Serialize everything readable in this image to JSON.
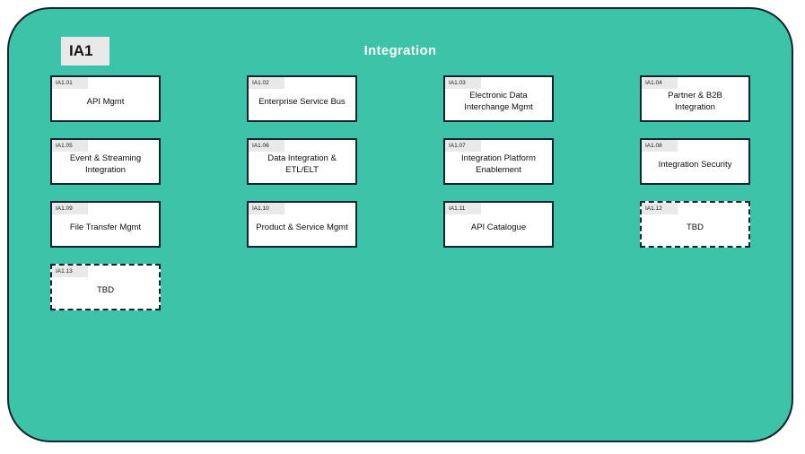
{
  "container": {
    "id_label": "IA1",
    "title": "Integration",
    "fill_color": "#3cc3a8",
    "border_color": "#142430",
    "tab_color": "#e9e9e9",
    "title_color": "#ffffff"
  },
  "boxes": [
    {
      "id": "IA1.01",
      "title": "API Mgmt",
      "style": "solid"
    },
    {
      "id": "IA1.02",
      "title": "Enterprise Service Bus",
      "style": "solid"
    },
    {
      "id": "IA1.03",
      "title": "Electronic Data Interchange Mgmt",
      "style": "solid"
    },
    {
      "id": "IA1.04",
      "title": "Partner & B2B Integration",
      "style": "solid"
    },
    {
      "id": "IA1.05",
      "title": "Event & Streaming Integration",
      "style": "solid"
    },
    {
      "id": "IA1.06",
      "title": "Data Integration & ETL/ELT",
      "style": "solid"
    },
    {
      "id": "IA1.07",
      "title": "Integration Platform Enablement",
      "style": "solid"
    },
    {
      "id": "IA1.08",
      "title": "Integration Security",
      "style": "solid"
    },
    {
      "id": "IA1.09",
      "title": "File Transfer Mgmt",
      "style": "solid"
    },
    {
      "id": "IA1.10",
      "title": "Product & Service Mgmt",
      "style": "solid"
    },
    {
      "id": "IA1.11",
      "title": "API Catalogue",
      "style": "solid"
    },
    {
      "id": "IA1.12",
      "title": "TBD",
      "style": "dashed"
    },
    {
      "id": "IA1.13",
      "title": "TBD",
      "style": "dashed"
    }
  ]
}
